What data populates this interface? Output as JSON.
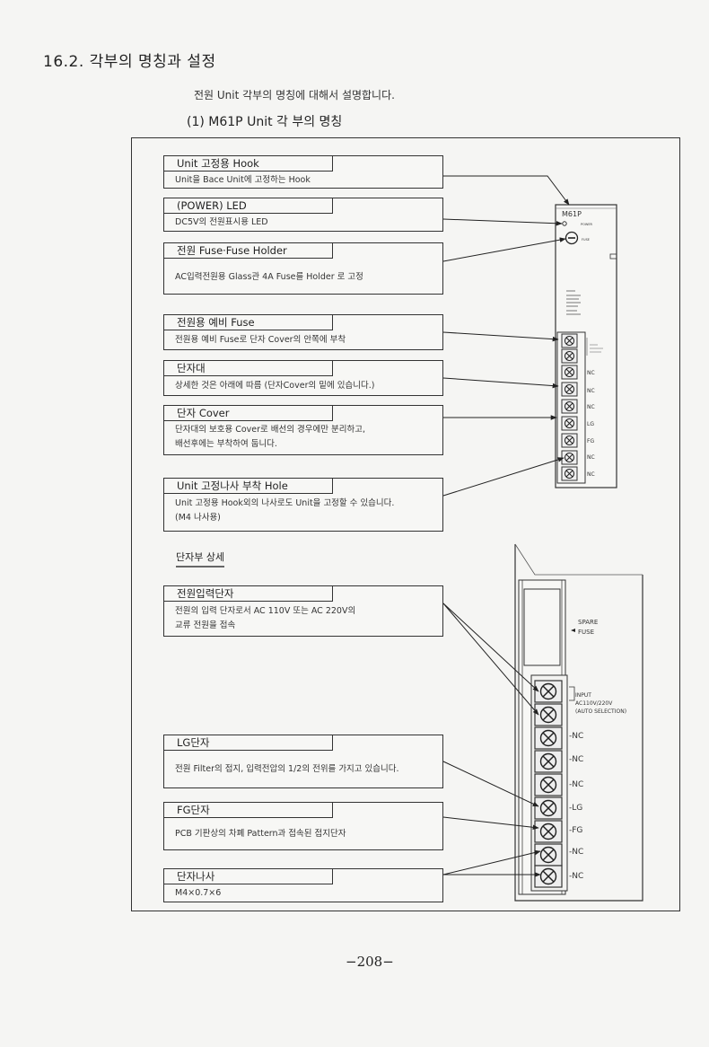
{
  "section_title": "16.2. 각부의 명칭과 설정",
  "intro": "전원 Unit 각부의 명칭에 대해서 설명합니다.",
  "sub_title": "(1)  M61P  Unit  각  부의  명칭",
  "callouts": [
    {
      "header": "Unit 고정용 Hook",
      "desc": "Unit을 Bace Unit에 고정하는 Hook"
    },
    {
      "header": "(POWER) LED",
      "desc": "DC5V의 전원표시용 LED"
    },
    {
      "header": "전원 Fuse·Fuse Holder",
      "desc": "AC입력전원용 Glass관 4A Fuse를 Holder 로 고정"
    },
    {
      "header": "전원용 예비 Fuse",
      "desc": "전원용 예비 Fuse로 단자 Cover의 안쪽에 부착"
    },
    {
      "header": "단자대",
      "desc": "상세한 것은 아래에 따름 (단자Cover의 밑에 있습니다.)"
    },
    {
      "header": "단자 Cover",
      "desc": "단자대의 보호용 Cover로 배선의 경우에만 분리하고,\n배선후에는 부착하여 둡니다."
    },
    {
      "header": "Unit 고정나사 부착 Hole",
      "desc": "Unit 고정용 Hook외의 나사로도 Unit을 고정할 수 있습니다.\n(M4 나사용)"
    }
  ],
  "terminal_section_title": "단자부 상세",
  "terminal_callouts": [
    {
      "header": "전원입력단자",
      "desc": "전원의 입력 단자로서 AC 110V 또는 AC 220V의\n교류 전원을 접속"
    },
    {
      "header": "LG단자",
      "desc": "전원 Filter의 접지, 입력전압의 1/2의 전위를 가지고 있습니다."
    },
    {
      "header": "FG단자",
      "desc": "PCB 기판상의 차폐 Pattern과 접속된 접지단자"
    },
    {
      "header": "단자나사",
      "desc": "M4×0.7×6"
    }
  ],
  "module": {
    "model": "M61P",
    "power_label": "POWER",
    "fuse_label": "FUSE",
    "small_terminal_labels": [
      "NC",
      "NC",
      "NC",
      "LG",
      "FG",
      "NC",
      "NC"
    ]
  },
  "detail": {
    "spare_fuse": [
      "SPARE",
      "FUSE"
    ],
    "input_label": [
      "INPUT",
      "AC110V/220V",
      "(AUTO SELECTION)"
    ],
    "terminal_labels": [
      "-NC",
      "-NC",
      "-NC",
      "-LG",
      "-FG",
      "-NC",
      "-NC"
    ]
  },
  "page_number": "−208−"
}
